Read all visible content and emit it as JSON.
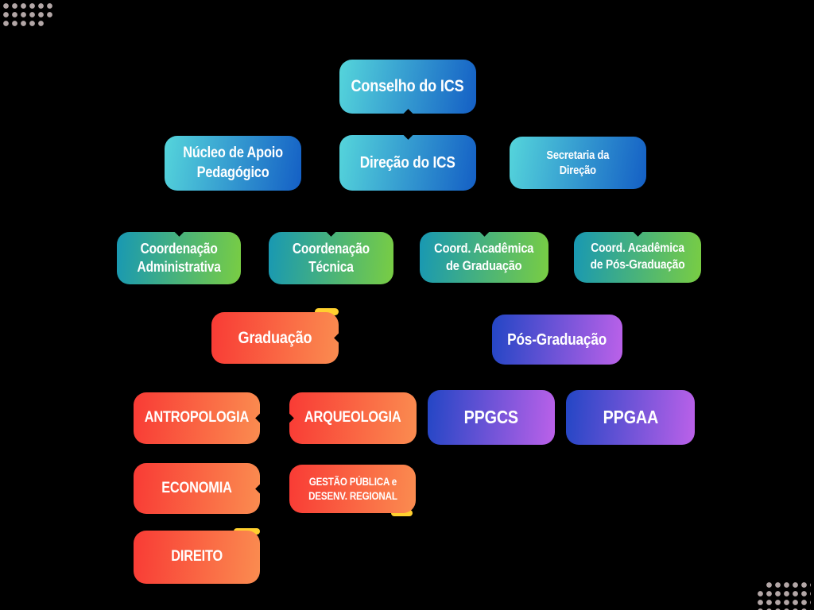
{
  "page": {
    "background": "#000000"
  },
  "palette": {
    "blue_gradient": {
      "start": "#55d5db",
      "end": "#145fc5"
    },
    "green_gradient": {
      "start": "#1898b3",
      "end": "#79cd43"
    },
    "orange_gradient": {
      "start": "#f93b35",
      "end": "#fa8c50"
    },
    "purple_gradient": {
      "start": "#2346c5",
      "end": "#bb61e9"
    },
    "text": "#ffffff",
    "dot_pattern": "#b3a7a7",
    "accent_yellow": "#ffd02e"
  },
  "nodes": {
    "conselho": {
      "label": "Conselho do ICS"
    },
    "nucleo": {
      "line1": "Núcleo de Apoio",
      "line2": "Pedagógico"
    },
    "direcao": {
      "label": "Direção do ICS"
    },
    "secretaria": {
      "line1": "Secretaria da",
      "line2": "Direção"
    },
    "coord_admin": {
      "line1": "Coordenação",
      "line2": "Administrativa"
    },
    "coord_tecnica": {
      "line1": "Coordenação",
      "line2": "Técnica"
    },
    "coord_grad": {
      "line1": "Coord. Acadêmica",
      "line2": "de Graduação"
    },
    "coord_pos": {
      "line1": "Coord. Acadêmica",
      "line2": "de Pós-Graduação"
    },
    "graduacao": {
      "label": "Graduação"
    },
    "pos_graduacao": {
      "label": "Pós-Graduação"
    },
    "antropologia": {
      "label": "ANTROPOLOGIA"
    },
    "arqueologia": {
      "label": "ARQUEOLOGIA"
    },
    "ppgcs": {
      "label": "PPGCS"
    },
    "ppgaa": {
      "label": "PPGAA"
    },
    "economia": {
      "label": "ECONOMIA"
    },
    "gestao": {
      "line1": "GESTÃO PÚBLICA e",
      "line2": "DESENV. REGIONAL"
    },
    "direito": {
      "label": "DIREITO"
    }
  }
}
